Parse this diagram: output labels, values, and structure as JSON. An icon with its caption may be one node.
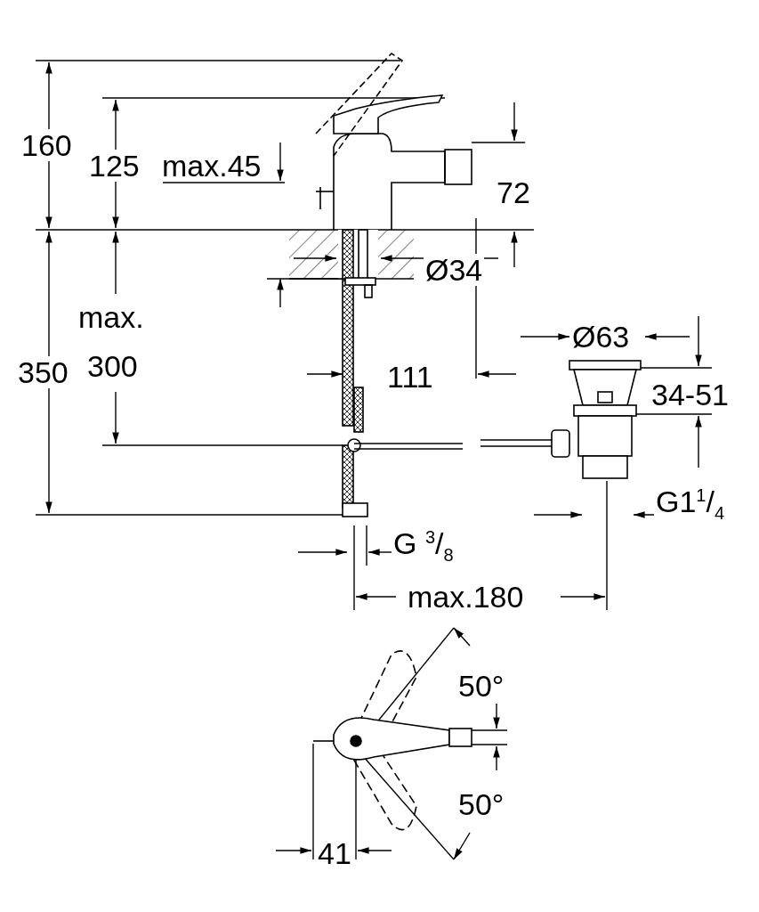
{
  "diagram": {
    "labels": [
      "160",
      "125",
      "max.45",
      "72",
      "Ø34",
      "max.",
      "350",
      "300",
      "111",
      "Ø63",
      "34-51",
      "G1$^{1}$/$_{4}$",
      "G $^{3}$/$_{8}$",
      "max.180",
      "50°",
      "50°",
      "41"
    ]
  }
}
